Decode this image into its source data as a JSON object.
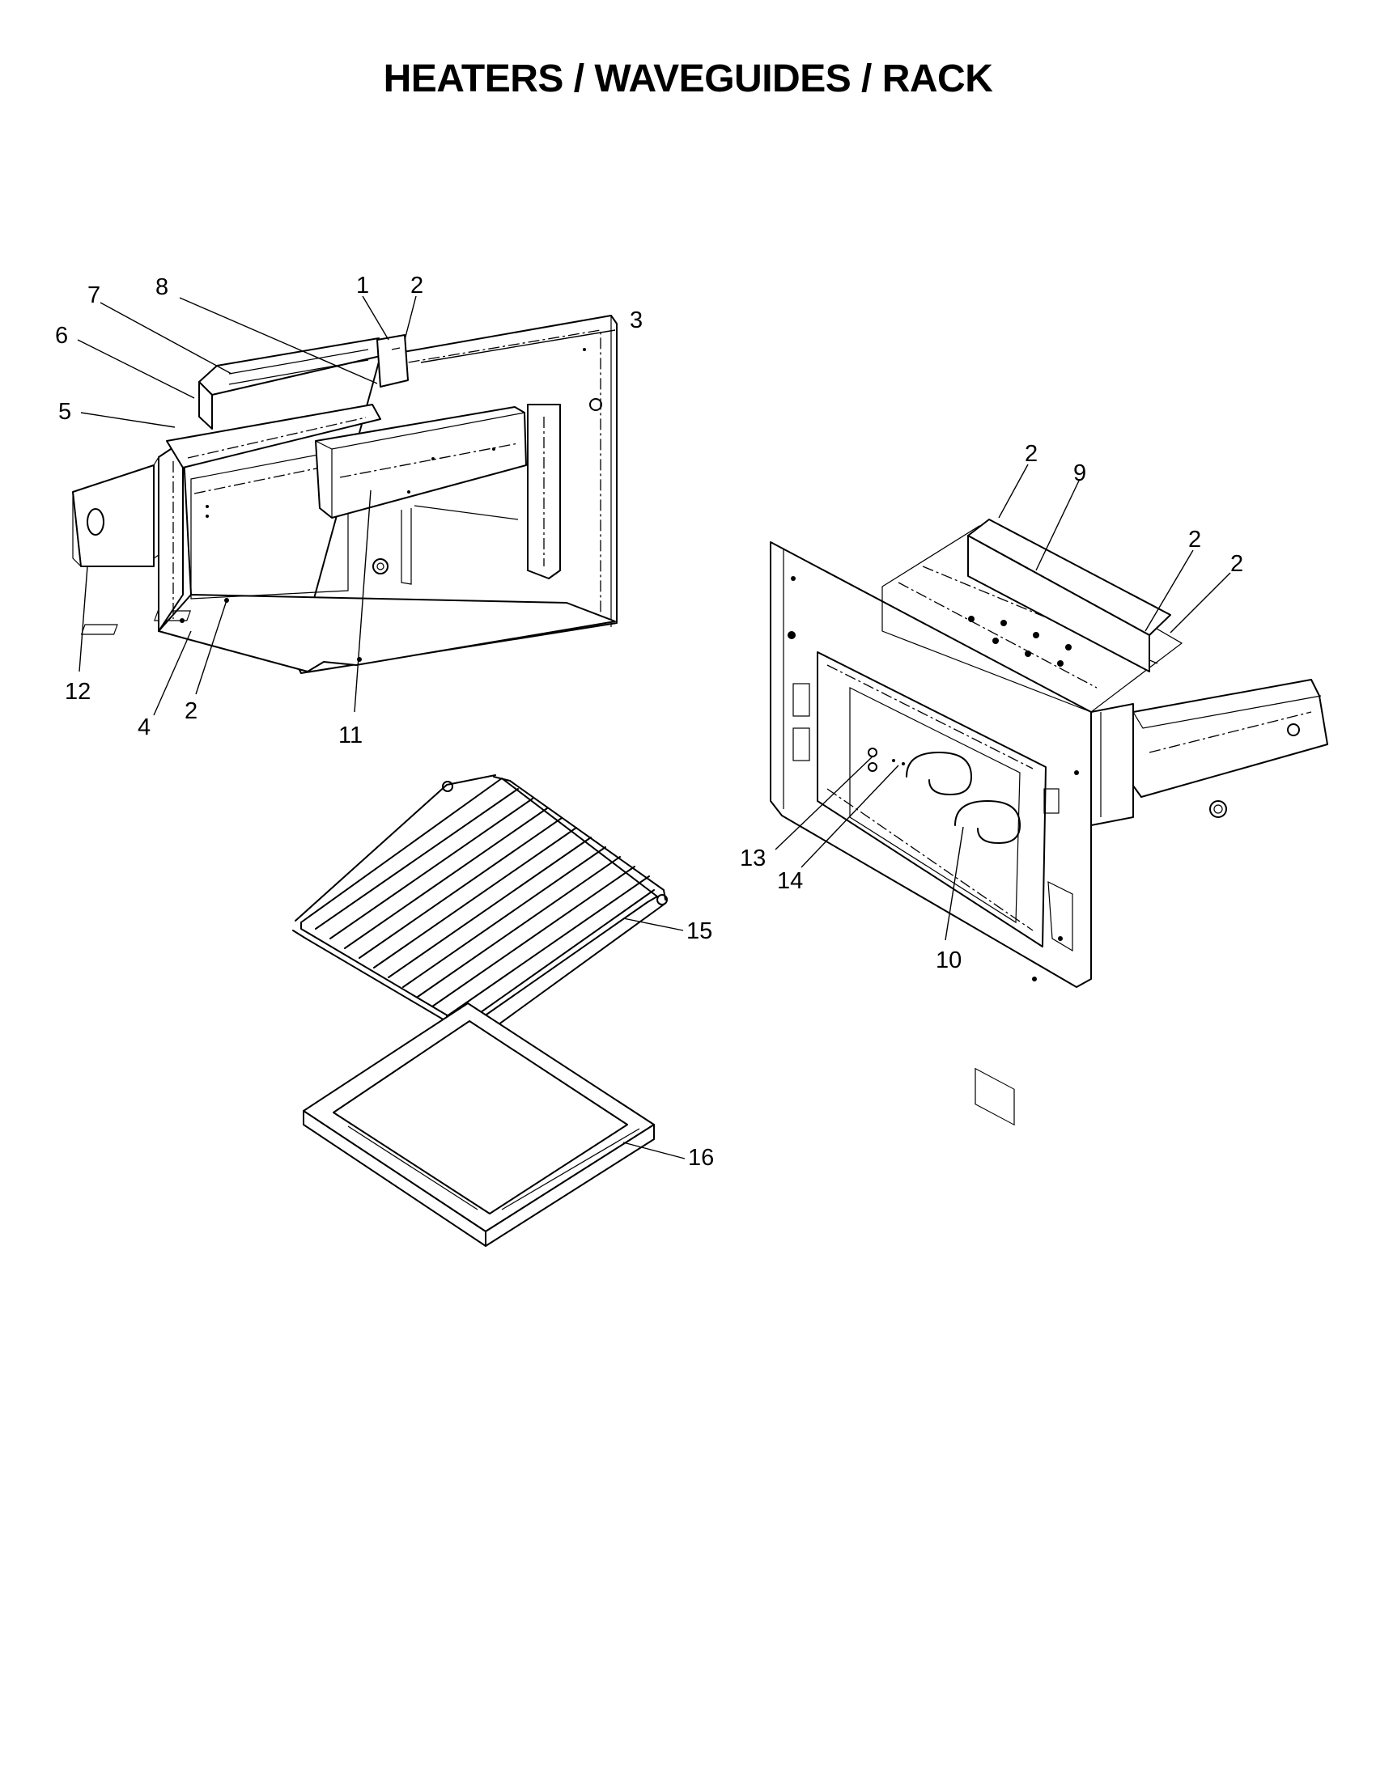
{
  "title": "HEATERS / WAVEGUIDES / RACK",
  "callouts": {
    "c1": "1",
    "c2a": "2",
    "c3": "3",
    "c4": "4",
    "c2b": "2",
    "c5": "5",
    "c6": "6",
    "c7": "7",
    "c8": "8",
    "c11": "11",
    "c12": "12",
    "c2c": "2",
    "c9": "9",
    "c2d": "2",
    "c2e": "2",
    "c13": "13",
    "c14": "14",
    "c10": "10",
    "c15": "15",
    "c16": "16"
  }
}
